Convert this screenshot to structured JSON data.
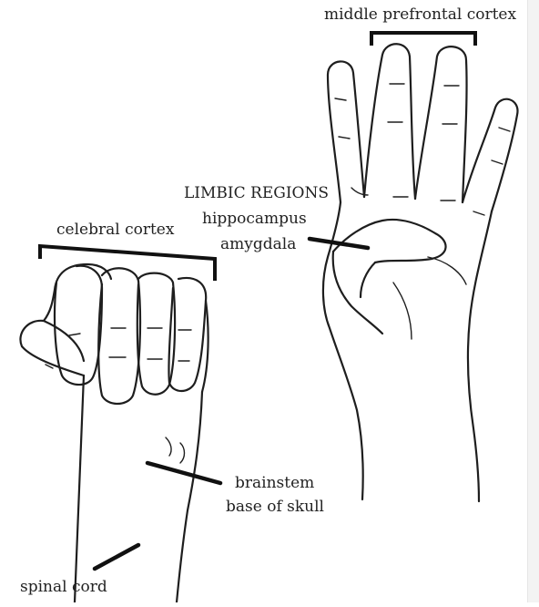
{
  "labels": {
    "middle_prefrontal_cortex": "middle prefrontal cortex",
    "limbic_regions": "LIMBIC REGIONS",
    "hippocampus": "hippocampus",
    "amygdala": "amygdala",
    "celebral_cortex": "celebral cortex",
    "brainstem": "brainstem",
    "base_of_skull": "base of skull",
    "spinal_cord": "spinal cord"
  },
  "colors": {
    "ink": "#1e1e1e",
    "text": "#222222",
    "background": "#ffffff"
  }
}
